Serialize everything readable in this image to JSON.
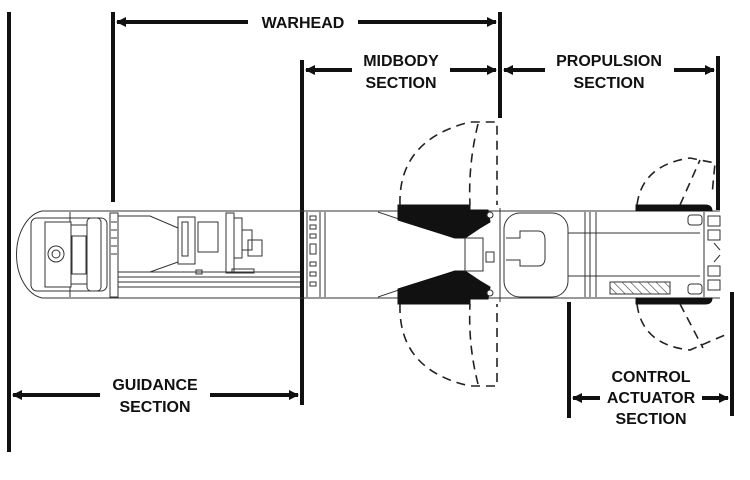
{
  "title": "Missile sections diagram",
  "sections": {
    "warhead": {
      "label": "WARHEAD"
    },
    "midbody": {
      "line1": "MIDBODY",
      "line2": "SECTION"
    },
    "propulsion": {
      "line1": "PROPULSION",
      "line2": "SECTION"
    },
    "guidance": {
      "line1": "GUIDANCE",
      "line2": "SECTION"
    },
    "control_actuator": {
      "line1": "CONTROL",
      "line2": "ACTUATOR",
      "line3": "SECTION"
    }
  },
  "colors": {
    "ink": "#111111",
    "background": "#ffffff"
  }
}
